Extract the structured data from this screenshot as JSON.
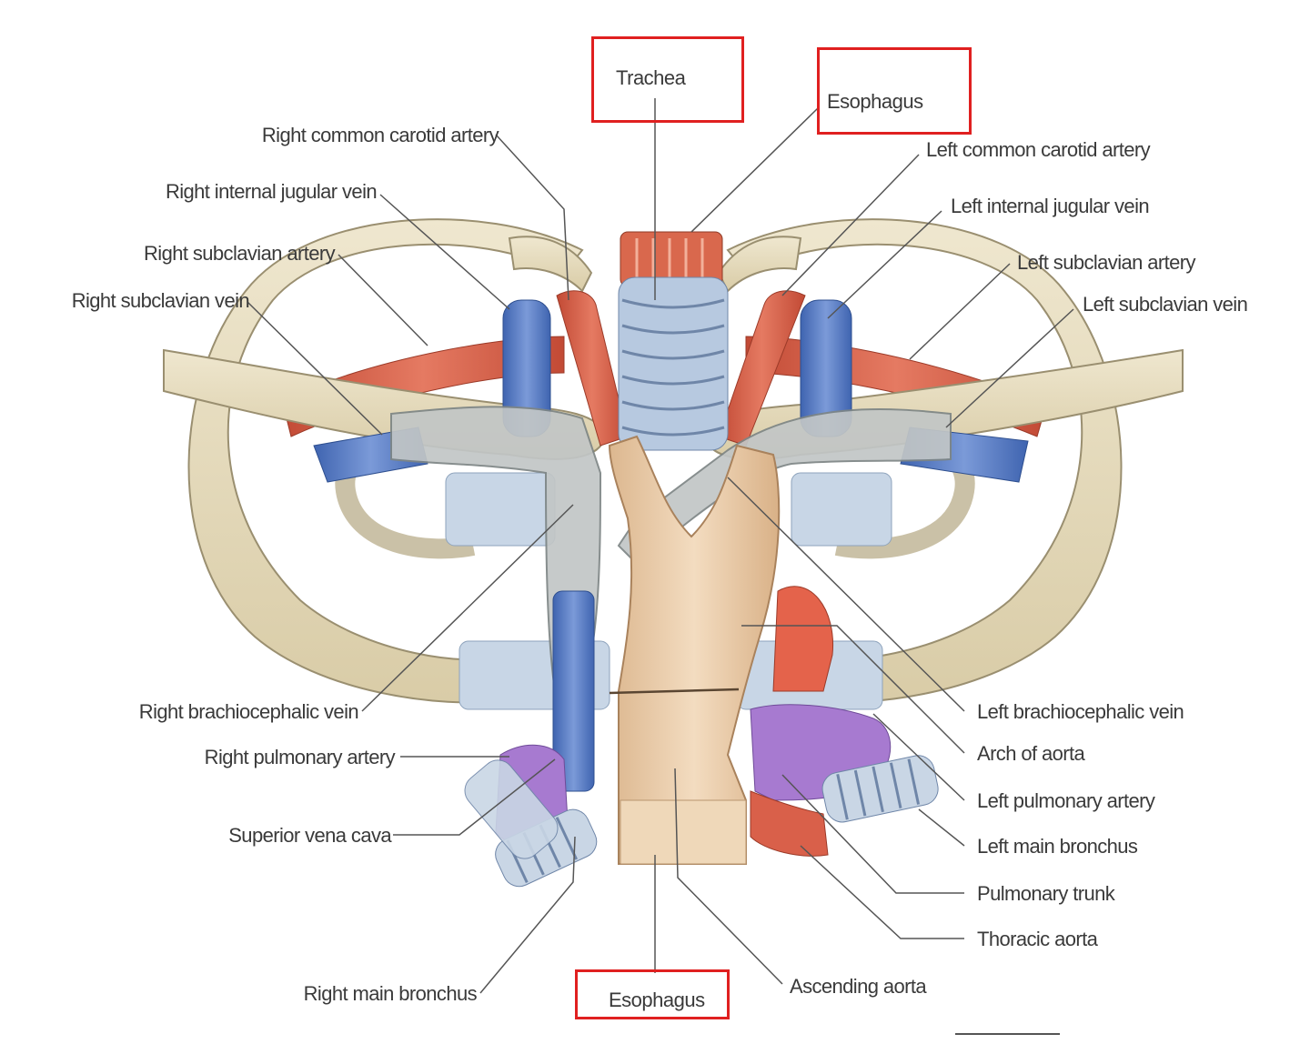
{
  "labels": {
    "trachea": "Trachea",
    "esophagus_top": "Esophagus",
    "esophagus_bottom": "Esophagus",
    "right_common_carotid_artery": "Right common carotid artery",
    "right_internal_jugular_vein": "Right internal jugular vein",
    "right_subclavian_artery": "Right subclavian artery",
    "right_subclavian_vein": "Right subclavian vein",
    "right_brachiocephalic_vein": "Right brachiocephalic vein",
    "right_pulmonary_artery": "Right pulmonary artery",
    "superior_vena_cava": "Superior vena cava",
    "right_main_bronchus": "Right main bronchus",
    "left_common_carotid_artery": "Left common carotid artery",
    "left_internal_jugular_vein": "Left internal jugular vein",
    "left_subclavian_artery": "Left subclavian artery",
    "left_subclavian_vein": "Left subclavian vein",
    "left_brachiocephalic_vein": "Left brachiocephalic vein",
    "arch_of_aorta": "Arch of aorta",
    "left_pulmonary_artery": "Left pulmonary artery",
    "left_main_bronchus": "Left main bronchus",
    "pulmonary_trunk": "Pulmonary trunk",
    "thoracic_aorta": "Thoracic aorta",
    "ascending_aorta": "Ascending aorta"
  },
  "colors": {
    "highlight_box": "#e02020",
    "artery": "#d9604a",
    "vein": "#5b7fc4",
    "bone": "#e6dcc0",
    "cartilage": "#b9cbe0",
    "aorta": "#e8c9a6",
    "pulmonary": "#a77ad0",
    "leader_line": "#555555"
  }
}
